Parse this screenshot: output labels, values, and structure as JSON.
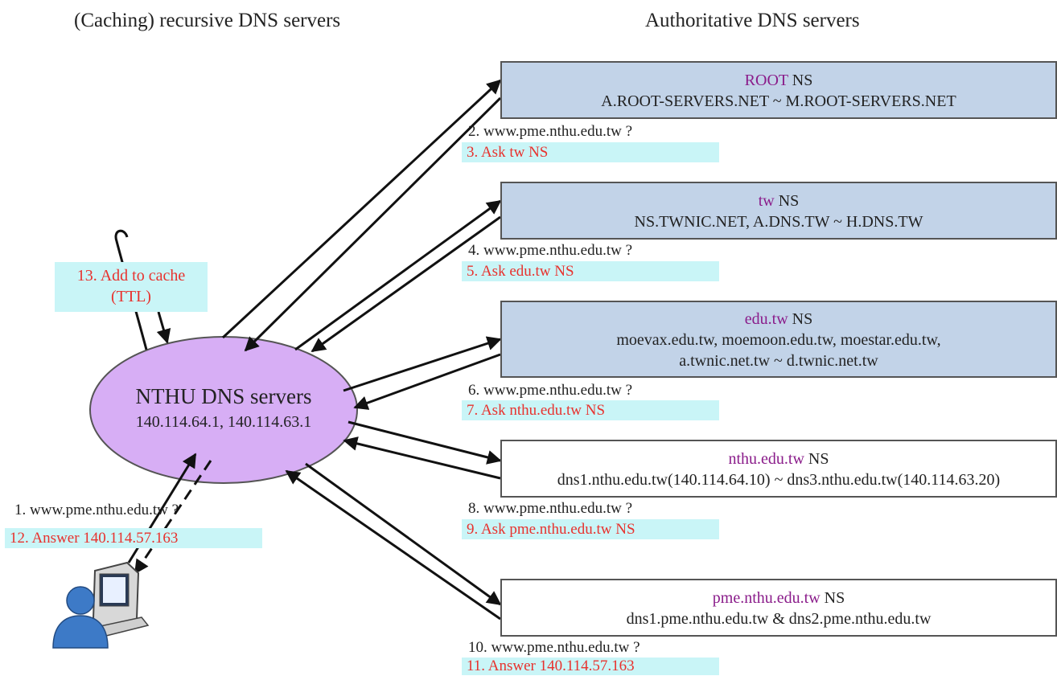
{
  "headers": {
    "left": "(Caching) recursive DNS servers",
    "right": "Authoritative DNS servers"
  },
  "center": {
    "title": "NTHU DNS servers",
    "ips": "140.114.64.1, 140.114.63.1"
  },
  "cache_note": {
    "line1": "13.  Add to cache",
    "line2": "(TTL)"
  },
  "client": {
    "query": "1. www.pme.nthu.edu.tw ?",
    "answer": "12.  Answer 140.114.57.163"
  },
  "servers": [
    {
      "zone": "ROOT",
      "suffix": " NS",
      "lines": [
        "A.ROOT-SERVERS.NET ~ M.ROOT-SERVERS.NET"
      ],
      "query": "2. www.pme.nthu.edu.tw ?",
      "answer": "3. Ask tw NS"
    },
    {
      "zone": "tw",
      "suffix": " NS",
      "lines": [
        "NS.TWNIC.NET, A.DNS.TW ~ H.DNS.TW"
      ],
      "query": "4. www.pme.nthu.edu.tw ?",
      "answer": "5. Ask edu.tw NS"
    },
    {
      "zone": "edu.tw",
      "suffix": " NS",
      "lines": [
        "moevax.edu.tw, moemoon.edu.tw, moestar.edu.tw,",
        "a.twnic.net.tw ~ d.twnic.net.tw"
      ],
      "query": "6. www.pme.nthu.edu.tw ?",
      "answer": "7. Ask nthu.edu.tw NS"
    },
    {
      "zone": "nthu.edu.tw",
      "suffix": " NS",
      "lines": [
        "dns1.nthu.edu.tw(140.114.64.10) ~ dns3.nthu.edu.tw(140.114.63.20)"
      ],
      "query": "8. www.pme.nthu.edu.tw ?",
      "answer": "9. Ask pme.nthu.edu.tw NS"
    },
    {
      "zone": "pme.nthu.edu.tw",
      "suffix": " NS",
      "lines": [
        "dns1.pme.nthu.edu.tw & dns2.pme.nthu.edu.tw"
      ],
      "query": "10. www.pme.nthu.edu.tw ?",
      "answer": "11.  Answer 140.114.57.163"
    }
  ],
  "colors": {
    "authoritative_fill": "#c2d3e8",
    "resolver_fill": "#d7aef5",
    "answer_text": "#e8322e",
    "answer_highlight": "#c9f5f7",
    "zone_text": "#8a1c8a"
  }
}
